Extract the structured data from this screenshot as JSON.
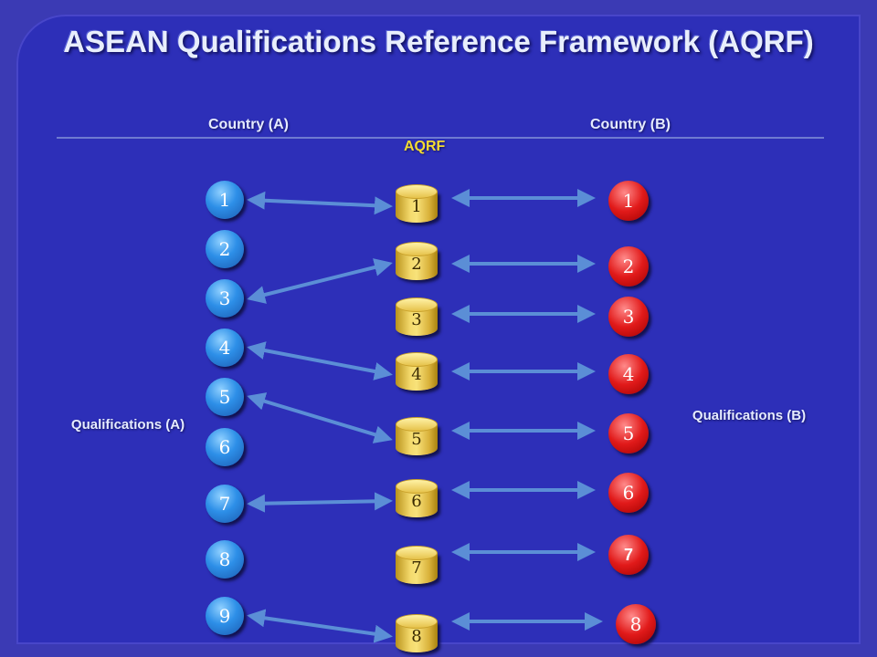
{
  "title": "ASEAN Qualifications Reference Framework (AQRF)",
  "headers": {
    "country_a": "Country (A)",
    "aqrf": "AQRF",
    "country_b": "Country (B)"
  },
  "labels": {
    "qualifications_a": "Qualifications (A)",
    "qualifications_b": "Qualifications (B)"
  },
  "country_a_levels": [
    "1",
    "2",
    "3",
    "4",
    "5",
    "6",
    "7",
    "8",
    "9"
  ],
  "aqrf_levels": [
    "1",
    "2",
    "3",
    "4",
    "5",
    "6",
    "7",
    "8"
  ],
  "country_b_levels": [
    "1",
    "2",
    "3",
    "4",
    "5",
    "6",
    "7",
    "8"
  ],
  "links_a_to_aqrf": [
    {
      "from": "1",
      "to": "1"
    },
    {
      "from": "3",
      "to": "2"
    },
    {
      "from": "4",
      "to": "4"
    },
    {
      "from": "5",
      "to": "5"
    },
    {
      "from": "7",
      "to": "6"
    },
    {
      "from": "9",
      "to": "8"
    }
  ],
  "links_aqrf_to_b": [
    {
      "from": "1",
      "to": "1"
    },
    {
      "from": "2",
      "to": "2"
    },
    {
      "from": "3",
      "to": "3"
    },
    {
      "from": "4",
      "to": "4"
    },
    {
      "from": "5",
      "to": "5"
    },
    {
      "from": "6",
      "to": "6"
    },
    {
      "from": "7",
      "to": "7"
    },
    {
      "from": "8",
      "to": "8"
    }
  ],
  "colors": {
    "background": "#2d2fb8",
    "country_a_node": "#2d8fe8",
    "aqrf_node": "#f4da6c",
    "country_b_node": "#e11a1a",
    "arrow": "#5b8ed6",
    "aqrf_header": "#f4dc32"
  }
}
